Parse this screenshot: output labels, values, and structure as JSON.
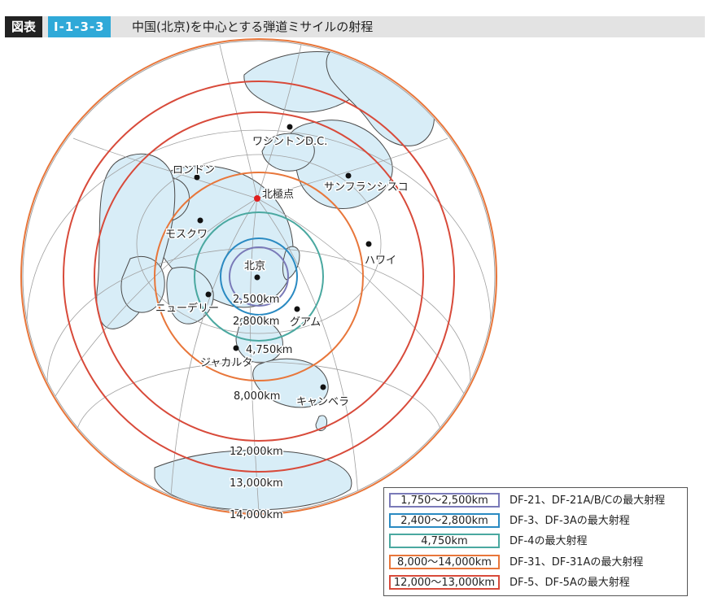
{
  "header": {
    "badge": "図表",
    "figure_number": "Ⅰ-1-3-3",
    "title": "中国(北京)を中心とする弾道ミサイルの射程"
  },
  "colors": {
    "land": "#d8edf7",
    "coast": "#4a4a4a",
    "grid": "#a0a0a0",
    "range_df21": "#7a7ab8",
    "range_df3": "#2a8ac2",
    "range_df4": "#4aa8a0",
    "range_df31": "#e8763a",
    "range_df5": "#d84a3a",
    "north_pole_marker": "#e02020",
    "city_marker": "#111111"
  },
  "map": {
    "center": "北京",
    "north_pole_label": "北極点",
    "cities": [
      {
        "id": "washington",
        "name": "ワシントンD.C."
      },
      {
        "id": "london",
        "name": "ロンドン"
      },
      {
        "id": "sanfrancisco",
        "name": "サンフランシスコ"
      },
      {
        "id": "moscow",
        "name": "モスクワ"
      },
      {
        "id": "hawaii",
        "name": "ハワイ"
      },
      {
        "id": "beijing",
        "name": "北京"
      },
      {
        "id": "newdelhi",
        "name": "ニューデリー"
      },
      {
        "id": "guam",
        "name": "グアム"
      },
      {
        "id": "jakarta",
        "name": "ジャカルタ"
      },
      {
        "id": "canberra",
        "name": "キャンベラ"
      }
    ],
    "range_labels": [
      "2,500km",
      "2,800km",
      "4,750km",
      "8,000km",
      "12,000km",
      "13,000km",
      "14,000km"
    ]
  },
  "legend": [
    {
      "range": "1,750～2,500km",
      "desc": "DF-21、DF-21A/B/Cの最大射程",
      "color": "#7a7ab8"
    },
    {
      "range": "2,400～2,800km",
      "desc": "DF-3、DF-3Aの最大射程",
      "color": "#2a8ac2"
    },
    {
      "range": "4,750km",
      "desc": "DF-4の最大射程",
      "color": "#4aa8a0"
    },
    {
      "range": "8,000～14,000km",
      "desc": "DF-31、DF-31Aの最大射程",
      "color": "#e8763a"
    },
    {
      "range": "12,000～13,000km",
      "desc": "DF-5、DF-5Aの最大射程",
      "color": "#d84a3a"
    }
  ]
}
